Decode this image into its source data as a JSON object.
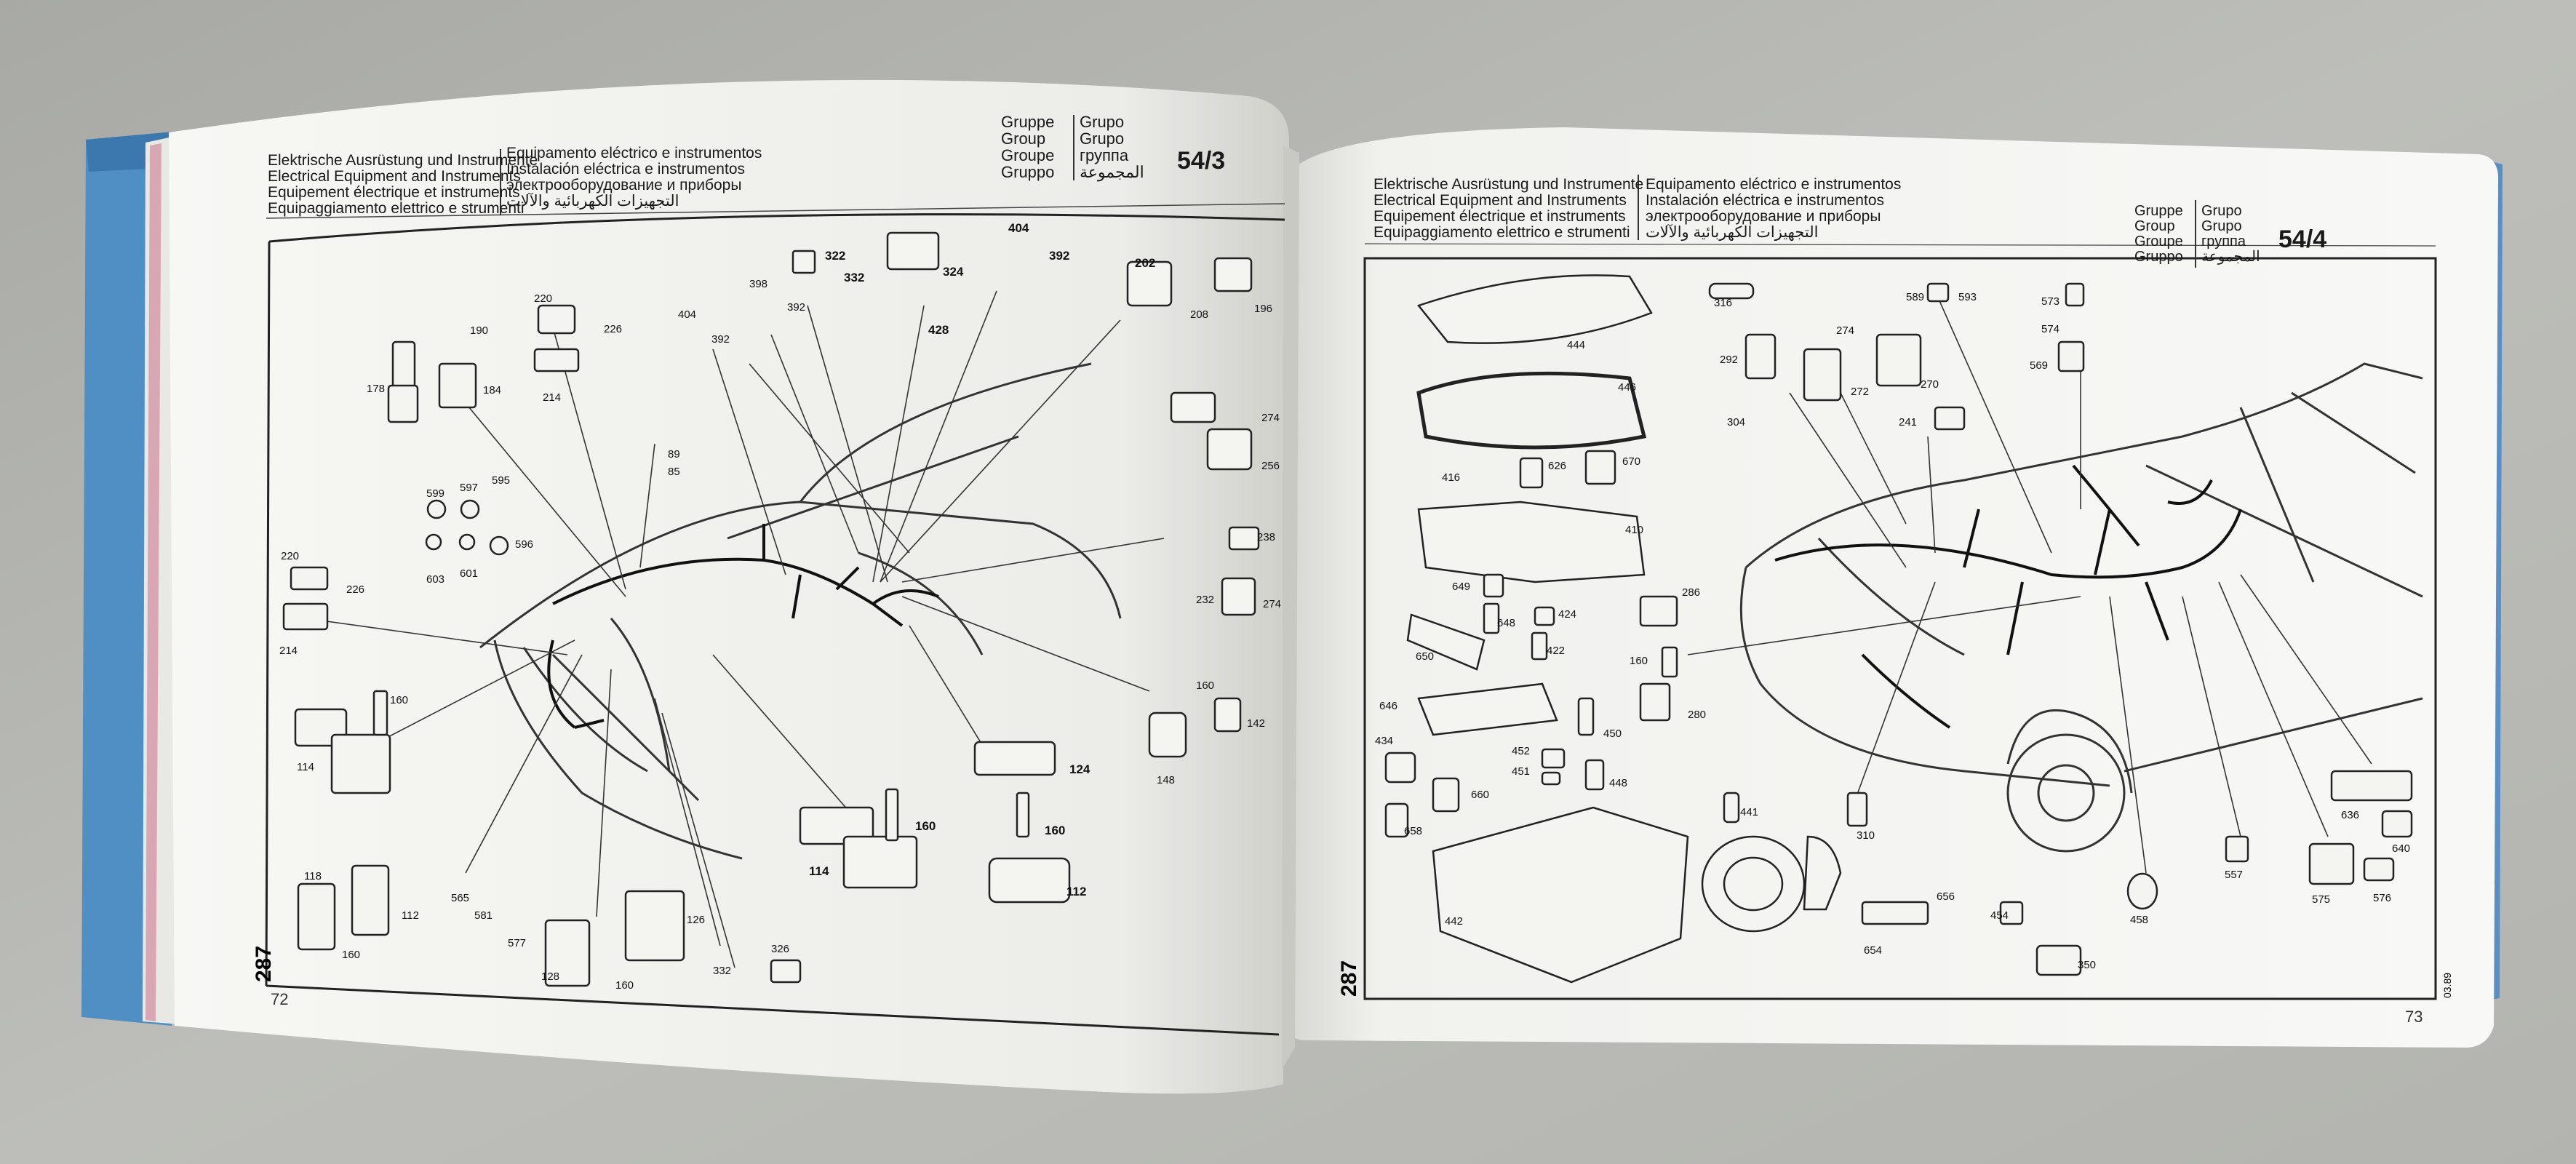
{
  "left_page": {
    "header_de_en_fr_it": [
      "Elektrische Ausrüstung und Instrumente",
      "Electrical Equipment and Instruments",
      "Equipement électrique et instruments",
      "Equipaggiamento elettrico e strumenti"
    ],
    "header_es_ru_ar": [
      "Equipamento eléctrico e instrumentos",
      "Instalación eléctrica e instrumentos",
      "электрооборудование и приборы",
      "التجهيزات الكهربائية والآلات"
    ],
    "group_words_left": [
      "Gruppe",
      "Group",
      "Groupe",
      "Gruppo"
    ],
    "group_words_right": [
      "Grupo",
      "Grupo",
      "группа",
      "المجموعة"
    ],
    "group_number": "54/3",
    "side_number": "287",
    "page_number": "72",
    "part_labels": {
      "l190": "190",
      "l178": "178",
      "l184": "184",
      "l220a": "220",
      "l214a": "214",
      "l226a": "226",
      "l404a": "404",
      "l392a": "392",
      "l398": "398",
      "l392b": "392",
      "l322": "322",
      "l332a": "332",
      "l324": "324",
      "l428": "428",
      "l404b": "404",
      "l392c": "392",
      "l202": "202",
      "l208": "208",
      "l196": "196",
      "l274a": "274",
      "l256": "256",
      "l238": "238",
      "l232": "232",
      "l274b": "274",
      "l89": "89",
      "l85": "85",
      "l599": "599",
      "l597": "597",
      "l595": "595",
      "l596": "596",
      "l603": "603",
      "l601": "601",
      "l220b": "220",
      "l226b": "226",
      "l214b": "214",
      "l160a": "160",
      "l114a": "114",
      "l160b": "160",
      "l142": "142",
      "l148": "148",
      "l124": "124",
      "l160c": "160",
      "l112a": "112",
      "l114b": "114",
      "l160d": "160",
      "l118": "118",
      "l112b": "112",
      "l160e": "160",
      "l565": "565",
      "l581": "581",
      "l577": "577",
      "l128": "128",
      "l160f": "160",
      "l126": "126",
      "l332b": "332",
      "l326": "326"
    }
  },
  "right_page": {
    "header_de_en_fr_it": [
      "Elektrische Ausrüstung und Instrumente",
      "Electrical Equipment and Instruments",
      "Equipement électrique et instruments",
      "Equipaggiamento elettrico e strumenti"
    ],
    "header_es_ru_ar": [
      "Equipamento eléctrico e instrumentos",
      "Instalación eléctrica e instrumentos",
      "электрооборудование и приборы",
      "التجهيزات الكهربائية والآلات"
    ],
    "group_words_left": [
      "Gruppe",
      "Group",
      "Groupe",
      "Gruppo"
    ],
    "group_words_right": [
      "Grupo",
      "Grupo",
      "группа",
      "المجموعة"
    ],
    "group_number": "54/4",
    "side_number": "287",
    "page_number": "73",
    "edition_code": "03.89",
    "part_labels": {
      "r444": "444",
      "r446": "446",
      "r416": "416",
      "r626": "626",
      "r670": "670",
      "r410": "410",
      "r649": "649",
      "r648": "648",
      "r424": "424",
      "r422": "422",
      "r650": "650",
      "r286": "286",
      "r160": "160",
      "r280": "280",
      "r646": "646",
      "r450": "450",
      "r452": "452",
      "r451": "451",
      "r448": "448",
      "r434": "434",
      "r660": "660",
      "r658": "658",
      "r442": "442",
      "r441": "441",
      "r316": "316",
      "r292": "292",
      "r274": "274",
      "r272": "272",
      "r270": "270",
      "r304": "304",
      "r241": "241",
      "r589": "589",
      "r593": "593",
      "r573": "573",
      "r574": "574",
      "r569": "569",
      "r310": "310",
      "r656": "656",
      "r654": "654",
      "r454": "454",
      "r350": "350",
      "r458": "458",
      "r557": "557",
      "r636": "636",
      "r640": "640",
      "r575": "575",
      "r576": "576"
    }
  }
}
